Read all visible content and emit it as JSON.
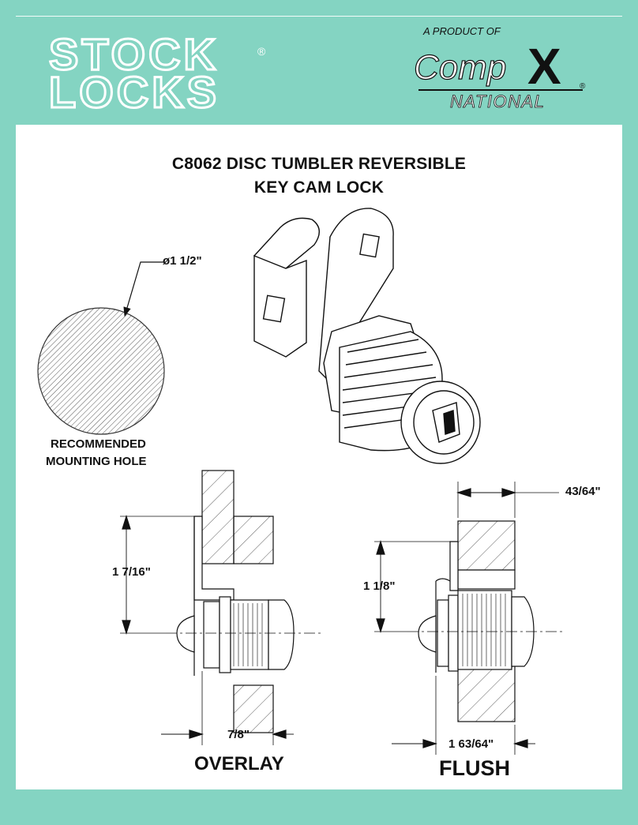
{
  "brand": {
    "name_line1": "STOCK",
    "name_line2": "LOCKS",
    "registered_mark": "®",
    "product_of": "A PRODUCT OF",
    "parent_logo_a": "Comp",
    "parent_logo_b": "X",
    "parent_sub": "NATIONAL",
    "parent_registered": "®"
  },
  "title": {
    "line1": "C8062 DISC TUMBLER  REVERSIBLE",
    "line2": "KEY CAM LOCK"
  },
  "mounting_hole": {
    "diameter_label": "ø1 1/2\"",
    "caption_line1": "RECOMMENDED",
    "caption_line2": "MOUNTING HOLE"
  },
  "overlay": {
    "name": "OVERLAY",
    "height_dim": "1 7/16\"",
    "depth_dim": "7/8\""
  },
  "flush": {
    "name": "FLUSH",
    "height_dim": "1 1/8\"",
    "depth_dim": "1 63/64\"",
    "panel_dim": "43/64\""
  },
  "colors": {
    "background": "#84d4c2",
    "panel": "#ffffff",
    "ink": "#111111"
  }
}
